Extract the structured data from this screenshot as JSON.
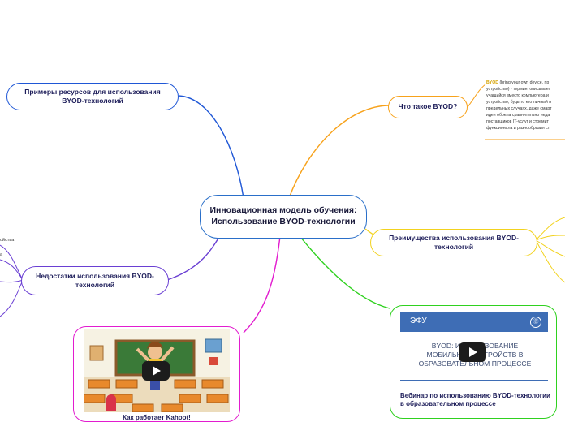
{
  "center": {
    "label": "Инновационная модель обучения: Использование BYOD-технологии"
  },
  "branches": {
    "examples": "Примеры ресурсов для использования BYOD-технологий",
    "what": "Что такое BYOD?",
    "pros": "Преимущества использования BYOD-технологий",
    "cons": "Недостатки использования BYOD-технологий"
  },
  "byod_note": {
    "keyword": "BYOD",
    "lines": [
      " (bring your own device, пр",
      "устройство) - термин, описывает",
      "учащийся вместо компьютера и",
      "устройство, будь то его личный н",
      "предельных случаях, даже смарт",
      "идея обрела сравнительно неда",
      "поставщиков IT-услуг и стремит",
      "функционала и разнообразия ст"
    ]
  },
  "cons_stubs": [
    "ойства",
    "а"
  ],
  "webinar": {
    "brand": "ЭФУ",
    "slide_text": "BYOD: ИСПОЛЬЗОВАНИЕ МОБИЛЬНЫХ УСТРОЙСТВ В ОБРАЗОВАТЕЛЬНОМ ПРОЦЕССЕ",
    "caption": "Вебинар по использованию BYOD-технологии в образовательном процессе"
  },
  "kahoot": {
    "caption": "Как работает Kahoot!"
  },
  "colors": {
    "examples": "#1f57d6",
    "what": "#f7a21b",
    "pros": "#f2d21e",
    "cons": "#6a3fd3",
    "webinar": "#2fd11f",
    "kahoot": "#e21ccf",
    "center": "#2a6fc9"
  }
}
